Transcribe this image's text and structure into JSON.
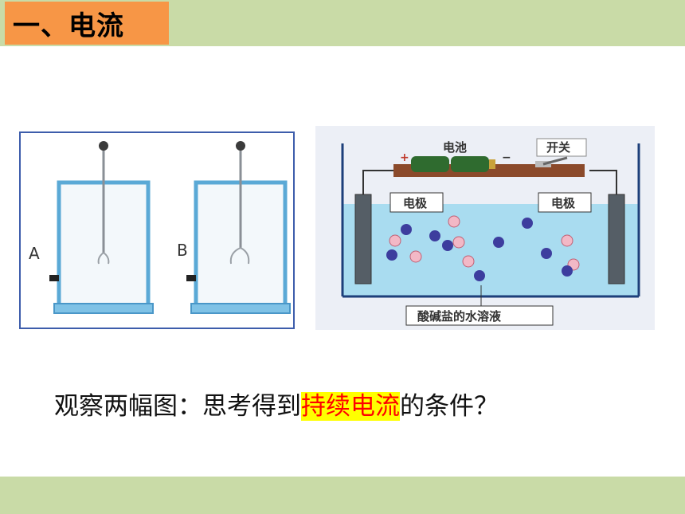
{
  "header": {
    "title": "一、电流"
  },
  "figures": {
    "electroscope": {
      "label_a": "A",
      "label_b": "B"
    },
    "electrolysis": {
      "battery_label": "电池",
      "switch_label": "开关",
      "electrode_left": "电极",
      "electrode_right": "电极",
      "solution_label": "酸碱盐的水溶液",
      "plus_sign": "+",
      "minus_sign": "−"
    }
  },
  "caption": {
    "before": "观察两幅图：思考得到",
    "highlight": "持续电流",
    "after": "的条件？"
  },
  "colors": {
    "header_bar": "#c9dba7",
    "title_box": "#f79646",
    "highlight_bg": "#ffff00",
    "highlight_text": "#ff0000"
  }
}
